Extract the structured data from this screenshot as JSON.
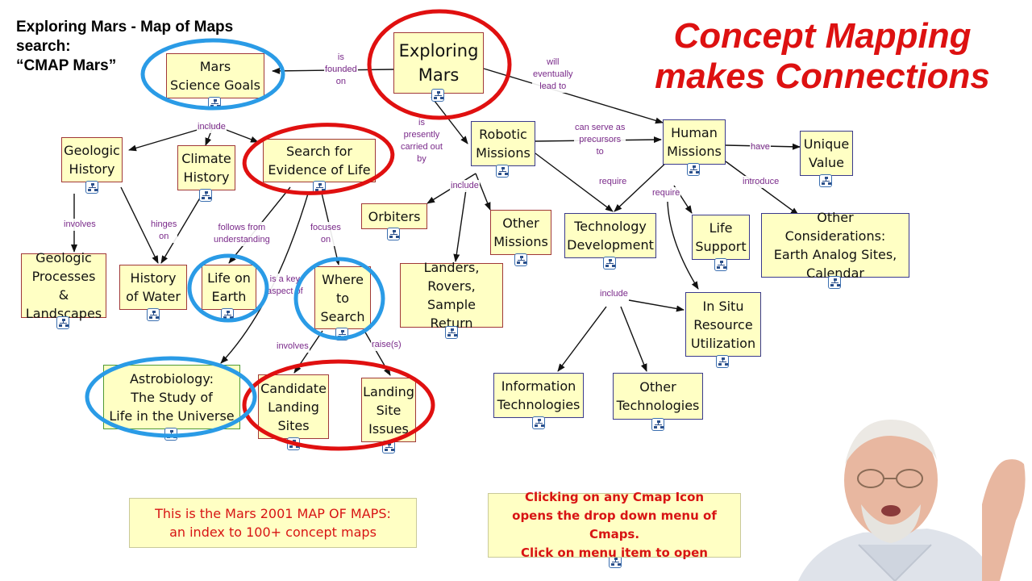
{
  "header": {
    "search_note": "Exploring Mars - Map of Maps\nsearch:\n  “CMAP Mars”",
    "big_title": "Concept Mapping\nmakes Connections"
  },
  "concepts": {
    "exploring_mars": "Exploring\nMars",
    "mars_science_goals": "Mars\nScience Goals",
    "robotic_missions": "Robotic\nMissions",
    "human_missions": "Human\nMissions",
    "unique_value": "Unique\nValue",
    "geologic_history": "Geologic\nHistory",
    "climate_history": "Climate\nHistory",
    "search_for_life": "Search for\nEvidence of Life",
    "orbiters": "Orbiters",
    "other_missions": "Other\nMissions",
    "technology_development": "Technology\nDevelopment",
    "life_support": "Life\nSupport",
    "other_considerations": "Other Considerations:\nEarth Analog Sites,\nCalendar",
    "geologic_processes": "Geologic\nProcesses &\nLandscapes",
    "history_of_water": "History\nof Water",
    "life_on_earth": "Life on\nEarth",
    "where_to_search": "Where\nto\nSearch",
    "landers_rovers": "Landers,\nRovers,\nSample Return",
    "in_situ": "In Situ\nResource\nUtilization",
    "astrobiology": "Astrobiology:\nThe Study of\nLife in the Universe",
    "candidate_landing_sites": "Candidate\nLanding\nSites",
    "landing_site_issues": "Landing\nSite\nIssues",
    "information_technologies": "Information\nTechnologies",
    "other_technologies": "Other\nTechnologies"
  },
  "links": {
    "is_founded_on": "is\nfounded\non",
    "will_eventually_lead_to": "will\neventually\nlead to",
    "include_goals": "include",
    "is_presently_carried_out_by": "is\npresently\ncarried out\nby",
    "can_serve_as_precursors_to": "can serve as\nprecursors\nto",
    "have": "have",
    "introduce": "introduce",
    "require_robotic": "require",
    "require_human": "require",
    "include_robotic": "include",
    "involves_geo": "involves",
    "hinges_on": "hinges\non",
    "follows_from_understanding": "follows from\nunderstanding",
    "focuses_on": "focuses\non",
    "is_a_key_aspect": "is a key\naspect of",
    "include_tech": "include",
    "involves_where": "involves",
    "raises": "raise(s)"
  },
  "notes": {
    "map_of_maps": "This is the Mars 2001 MAP OF MAPS:\nan index to 100+ concept maps",
    "cmap_icon_help": "Clicking on any Cmap Icon\nopens the drop down menu of Cmaps.\nClick on menu item to open"
  },
  "colors": {
    "node_fill": "#ffffc4",
    "link_label": "#7a2a8a",
    "highlight_red": "#e01010",
    "highlight_blue": "#2a9be6",
    "title_red": "#dd1111"
  },
  "icons": {
    "cmap_icon": "cmap-icon",
    "presenter": "presenter-photo"
  }
}
